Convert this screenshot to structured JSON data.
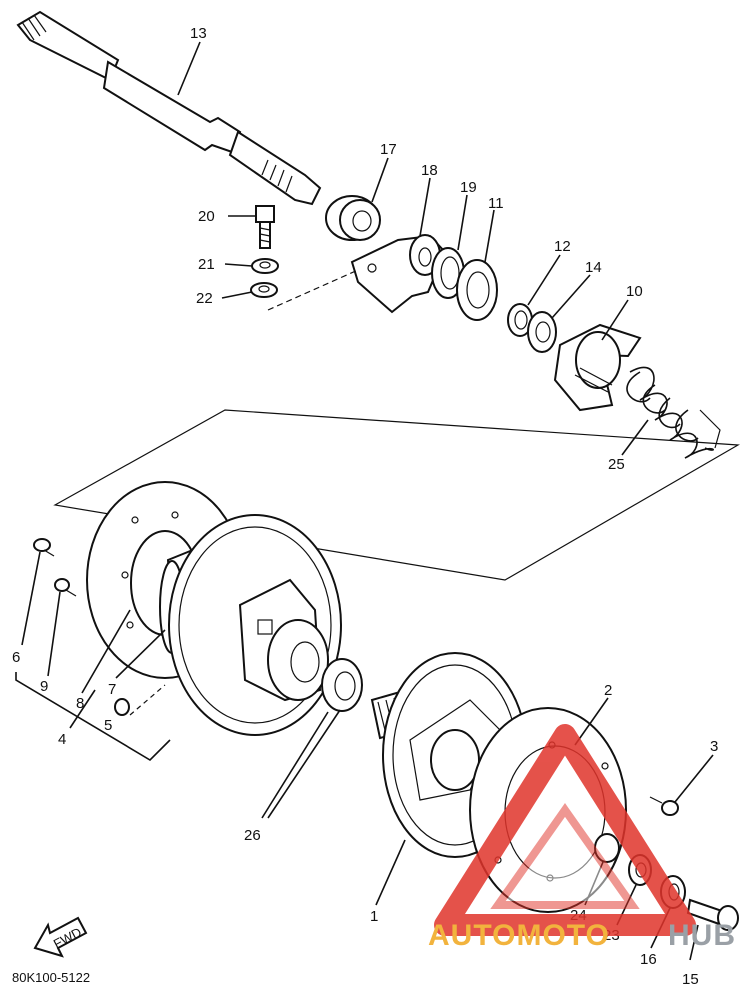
{
  "parts": [
    {
      "id": "13",
      "label": "13"
    },
    {
      "id": "17",
      "label": "17"
    },
    {
      "id": "18",
      "label": "18"
    },
    {
      "id": "19",
      "label": "19"
    },
    {
      "id": "11",
      "label": "11"
    },
    {
      "id": "20",
      "label": "20"
    },
    {
      "id": "21",
      "label": "21"
    },
    {
      "id": "22",
      "label": "22"
    },
    {
      "id": "12",
      "label": "12"
    },
    {
      "id": "14",
      "label": "14"
    },
    {
      "id": "10",
      "label": "10"
    },
    {
      "id": "25",
      "label": "25"
    },
    {
      "id": "6",
      "label": "6"
    },
    {
      "id": "9",
      "label": "9"
    },
    {
      "id": "8",
      "label": "8"
    },
    {
      "id": "7",
      "label": "7"
    },
    {
      "id": "5",
      "label": "5"
    },
    {
      "id": "4",
      "label": "4"
    },
    {
      "id": "2",
      "label": "2"
    },
    {
      "id": "3",
      "label": "3"
    },
    {
      "id": "26",
      "label": "26"
    },
    {
      "id": "1",
      "label": "1"
    },
    {
      "id": "24",
      "label": "24"
    },
    {
      "id": "23",
      "label": "23"
    },
    {
      "id": "16",
      "label": "16"
    },
    {
      "id": "15",
      "label": "15"
    }
  ],
  "fwd_label": "FWD",
  "part_code": "80K100-5122",
  "watermark": {
    "left": "AUTOMOTO",
    "right": "HUB",
    "color_left": "#f2b33d",
    "color_right": "#9aa0a6",
    "logo_color": "#e0342b"
  }
}
